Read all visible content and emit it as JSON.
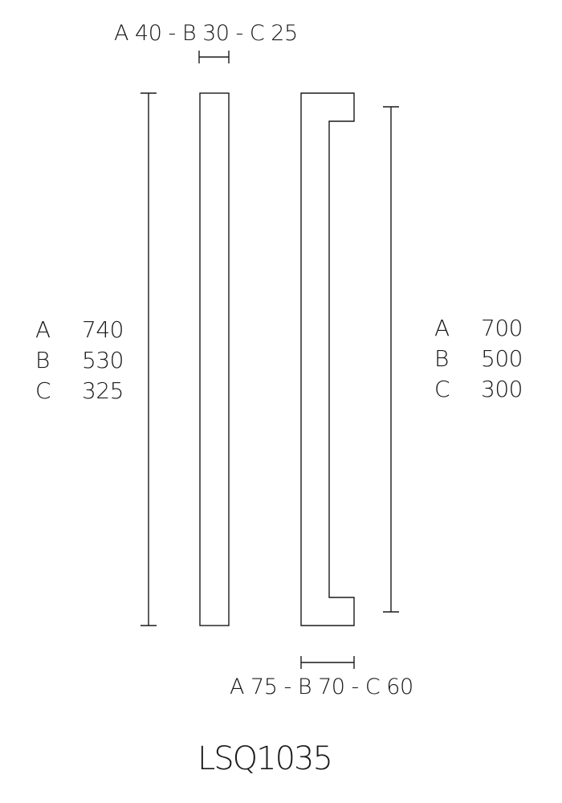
{
  "top_dimension": {
    "text": "A 40 - B 30 - C 25"
  },
  "bottom_dimension": {
    "text": "A 75 - B 70 - C 60"
  },
  "left_specs": [
    {
      "key": "A",
      "value": "740"
    },
    {
      "key": "B",
      "value": "530"
    },
    {
      "key": "C",
      "value": "325"
    }
  ],
  "right_specs": [
    {
      "key": "A",
      "value": "700"
    },
    {
      "key": "B",
      "value": "500"
    },
    {
      "key": "C",
      "value": "300"
    }
  ],
  "model_code": "LSQ1035",
  "colors": {
    "line": "#1a1a1a",
    "background": "#ffffff"
  }
}
